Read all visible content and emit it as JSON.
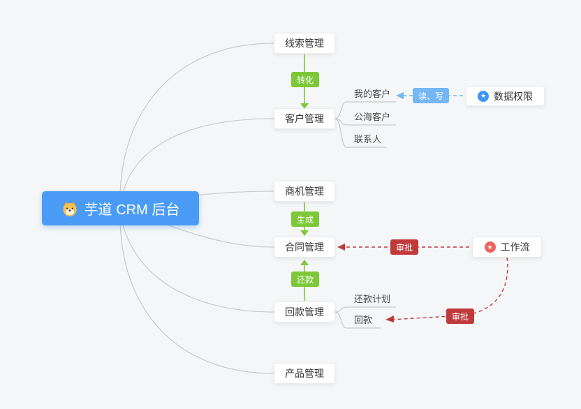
{
  "diagram_title": "芋道 CRM 后台 mind map",
  "root_node": {
    "label": "芋道 CRM 后台",
    "icon": "shiba-dog-icon"
  },
  "branch_nodes": {
    "leads": {
      "label": "线索管理"
    },
    "customers": {
      "label": "客户管理"
    },
    "opportunities": {
      "label": "商机管理"
    },
    "contracts": {
      "label": "合同管理"
    },
    "receivables": {
      "label": "回款管理"
    },
    "products": {
      "label": "产品管理"
    }
  },
  "customer_children": {
    "my_customers": "我的客户",
    "public_customers": "公海客户",
    "contacts": "联系人"
  },
  "receivable_children": {
    "repayment_plan": "还款计划",
    "repayment": "回款"
  },
  "side_nodes": {
    "data_permission": {
      "label": "数据权限",
      "icon": "star-icon",
      "icon_color": "#3d96f2"
    },
    "workflow": {
      "label": "工作流",
      "icon": "star-icon",
      "icon_color": "#ee625e"
    }
  },
  "edge_labels": {
    "convert": "转化",
    "generate": "生成",
    "repay": "还款",
    "read_write": "读、写",
    "approve_contract": "审批",
    "approve_repayment": "审批"
  },
  "edges": [
    {
      "from": "线索管理",
      "to": "客户管理",
      "label": "转化",
      "style": "solid-green-arrow"
    },
    {
      "from": "商机管理",
      "to": "合同管理",
      "label": "生成",
      "style": "solid-green-arrow"
    },
    {
      "from": "回款管理",
      "to": "合同管理",
      "label": "还款",
      "style": "solid-green-arrow"
    },
    {
      "from": "数据权限",
      "to": "我的客户",
      "label": "读、写",
      "style": "dashed-blue-arrow"
    },
    {
      "from": "工作流",
      "to": "合同管理",
      "label": "审批",
      "style": "dashed-red-arrow"
    },
    {
      "from": "工作流",
      "to": "回款",
      "label": "审批",
      "style": "dashed-red-arrow"
    }
  ],
  "colors": {
    "background": "#f5f6f7",
    "root_bg": "#4a9bf5",
    "green": "#7dc839",
    "blue_tag": "#75b7f5",
    "red": "#c0393b",
    "star_blue": "#3d96f2",
    "star_pink": "#ee625e",
    "line_gray": "#c9c9c9"
  }
}
